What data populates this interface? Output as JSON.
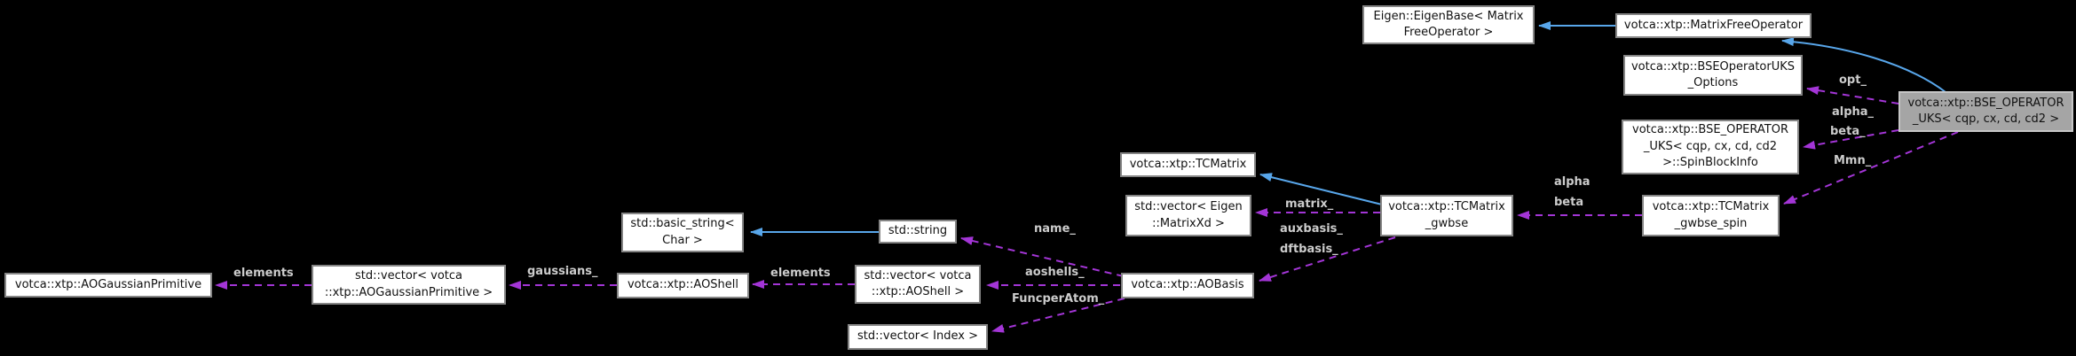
{
  "theme": {
    "background": "#000000",
    "node_fill": "#ffffff",
    "node_border": "#858585",
    "node_text": "#111111",
    "highlight_fill": "#a5a5a5",
    "highlight_border": "#c6c6c6",
    "inheritance_color": "#58a6ea",
    "usage_color": "#a335d6",
    "edge_label_color": "#cccccc"
  },
  "nodes": {
    "eigenbase": {
      "label": "Eigen::EigenBase< Matrix\nFreeOperator >"
    },
    "matrix_free_operator": {
      "label": "votca::xtp::MatrixFreeOperator"
    },
    "bse_operator_uks_options": {
      "label": "votca::xtp::BSEOperatorUKS\n_Options"
    },
    "bse_operator_uks": {
      "label": "votca::xtp::BSE_OPERATOR\n_UKS< cqp, cx, cd, cd2 >"
    },
    "spin_block_info": {
      "label": "votca::xtp::BSE_OPERATOR\n_UKS< cqp, cx, cd, cd2\n>::SpinBlockInfo"
    },
    "tcmatrix_gwbse_spin": {
      "label": "votca::xtp::TCMatrix\n_gwbse_spin"
    },
    "tcmatrix": {
      "label": "votca::xtp::TCMatrix"
    },
    "vector_eigen_matrixxd": {
      "label": "std::vector< Eigen\n::MatrixXd >"
    },
    "tcmatrix_gwbse": {
      "label": "votca::xtp::TCMatrix\n_gwbse"
    },
    "aobasis": {
      "label": "votca::xtp::AOBasis"
    },
    "std_string": {
      "label": "std::string"
    },
    "basic_string": {
      "label": "std::basic_string<\nChar >"
    },
    "vector_aoshell": {
      "label": "std::vector< votca\n::xtp::AOShell >"
    },
    "vector_index": {
      "label": "std::vector< Index >"
    },
    "aoshell": {
      "label": "votca::xtp::AOShell"
    },
    "vector_aogaussianprimitive": {
      "label": "std::vector< votca\n::xtp::AOGaussianPrimitive >"
    },
    "aogaussianprimitive": {
      "label": "votca::xtp::AOGaussianPrimitive"
    }
  },
  "edge_labels": {
    "elements_gauss": {
      "text": "elements"
    },
    "gaussians": {
      "text": "gaussians_"
    },
    "elements_shell": {
      "text": "elements"
    },
    "aoshells": {
      "text": "aoshells_"
    },
    "funcperatom": {
      "text": "FuncperAtom_"
    },
    "name": {
      "text": "name_"
    },
    "matrix": {
      "text": "matrix_"
    },
    "auxbasis": {
      "text": "auxbasis_"
    },
    "dftbasis": {
      "text": "dftbasis_"
    },
    "alpha": {
      "text": "alpha"
    },
    "beta": {
      "text": "beta"
    },
    "opt": {
      "text": "opt_"
    },
    "alpha_u": {
      "text": "alpha_"
    },
    "beta_u": {
      "text": "beta_"
    },
    "mmn": {
      "text": "Mmn_"
    }
  },
  "edges": [
    {
      "from": "votca::xtp::MatrixFreeOperator",
      "to": "Eigen::EigenBase< MatrixFreeOperator >",
      "type": "inheritance",
      "labels": []
    },
    {
      "from": "votca::xtp::BSE_OPERATOR_UKS< cqp, cx, cd, cd2 >",
      "to": "votca::xtp::MatrixFreeOperator",
      "type": "inheritance",
      "labels": []
    },
    {
      "from": "votca::xtp::TCMatrix_gwbse",
      "to": "votca::xtp::TCMatrix",
      "type": "inheritance",
      "labels": []
    },
    {
      "from": "std::string",
      "to": "std::basic_string< Char >",
      "type": "inheritance",
      "labels": []
    },
    {
      "from": "votca::xtp::BSE_OPERATOR_UKS< cqp, cx, cd, cd2 >",
      "to": "votca::xtp::BSEOperatorUKS_Options",
      "type": "usage",
      "labels": [
        "opt_"
      ]
    },
    {
      "from": "votca::xtp::BSE_OPERATOR_UKS< cqp, cx, cd, cd2 >",
      "to": "votca::xtp::BSE_OPERATOR_UKS< cqp, cx, cd, cd2 >::SpinBlockInfo",
      "type": "usage",
      "labels": [
        "alpha_",
        "beta_"
      ]
    },
    {
      "from": "votca::xtp::BSE_OPERATOR_UKS< cqp, cx, cd, cd2 >",
      "to": "votca::xtp::TCMatrix_gwbse_spin",
      "type": "usage",
      "labels": [
        "Mmn_"
      ]
    },
    {
      "from": "votca::xtp::TCMatrix_gwbse_spin",
      "to": "votca::xtp::TCMatrix_gwbse",
      "type": "usage",
      "labels": [
        "alpha",
        "beta"
      ]
    },
    {
      "from": "votca::xtp::TCMatrix_gwbse",
      "to": "std::vector< Eigen::MatrixXd >",
      "type": "usage",
      "labels": [
        "matrix_"
      ]
    },
    {
      "from": "votca::xtp::TCMatrix_gwbse",
      "to": "votca::xtp::AOBasis",
      "type": "usage",
      "labels": [
        "auxbasis_",
        "dftbasis_"
      ]
    },
    {
      "from": "votca::xtp::AOBasis",
      "to": "std::string",
      "type": "usage",
      "labels": [
        "name_"
      ]
    },
    {
      "from": "votca::xtp::AOBasis",
      "to": "std::vector< votca::xtp::AOShell >",
      "type": "usage",
      "labels": [
        "aoshells_"
      ]
    },
    {
      "from": "votca::xtp::AOBasis",
      "to": "std::vector< Index >",
      "type": "usage",
      "labels": [
        "FuncperAtom_"
      ]
    },
    {
      "from": "std::vector< votca::xtp::AOShell >",
      "to": "votca::xtp::AOShell",
      "type": "usage",
      "labels": [
        "elements"
      ]
    },
    {
      "from": "votca::xtp::AOShell",
      "to": "std::vector< votca::xtp::AOGaussianPrimitive >",
      "type": "usage",
      "labels": [
        "gaussians_"
      ]
    },
    {
      "from": "std::vector< votca::xtp::AOGaussianPrimitive >",
      "to": "votca::xtp::AOGaussianPrimitive",
      "type": "usage",
      "labels": [
        "elements"
      ]
    }
  ]
}
